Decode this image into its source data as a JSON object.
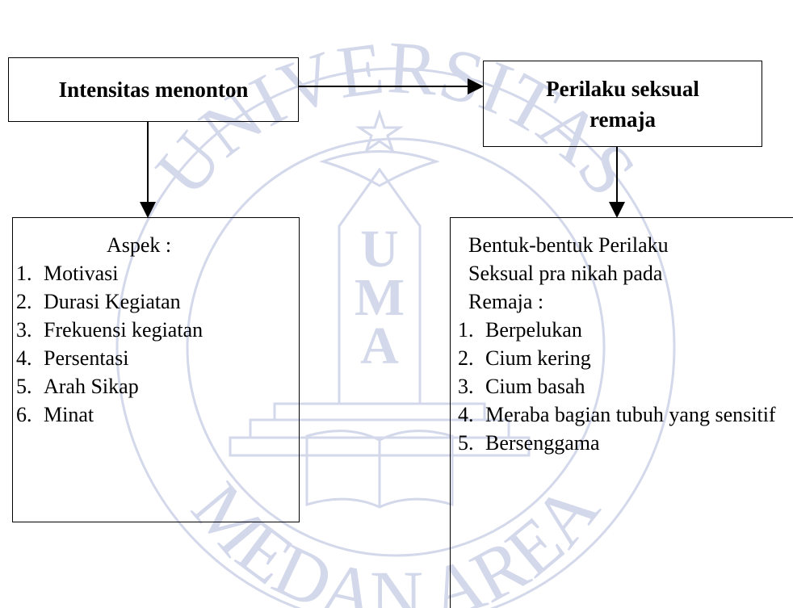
{
  "watermark": {
    "name": "UNIVERSITAS MEDAN AREA",
    "initials": "UMA",
    "color": "#c8cfe6"
  },
  "nodes": {
    "intensitas": {
      "label": "Intensitas menonton"
    },
    "perilaku": {
      "label": "Perilaku seksual remaja"
    }
  },
  "aspek": {
    "heading": "Aspek :",
    "items": [
      {
        "num": "1.",
        "text": "Motivasi"
      },
      {
        "num": "2.",
        "text": "Durasi Kegiatan"
      },
      {
        "num": "3.",
        "text": "Frekuensi kegiatan"
      },
      {
        "num": "4.",
        "text": "Persentasi"
      },
      {
        "num": "5.",
        "text": "Arah Sikap"
      },
      {
        "num": "6.",
        "text": "Minat"
      }
    ]
  },
  "bentuk": {
    "heading": "Bentuk-bentuk Perilaku Seksual pra nikah pada Remaja :",
    "items": [
      {
        "num": "1.",
        "text": "Berpelukan"
      },
      {
        "num": "2.",
        "text": "Cium kering"
      },
      {
        "num": "3.",
        "text": "Cium basah"
      },
      {
        "num": "4.",
        "text": "Meraba bagian tubuh yang sensitif"
      },
      {
        "num": "5.",
        "text": "Bersenggama"
      }
    ]
  }
}
